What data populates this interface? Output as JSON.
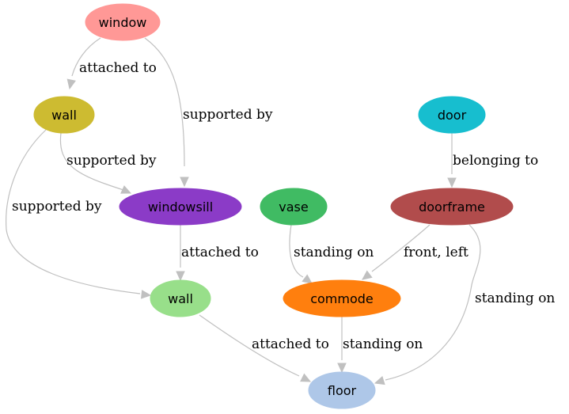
{
  "graph": {
    "nodes": [
      {
        "id": "window",
        "label": "window",
        "color": "#ff9896"
      },
      {
        "id": "wall_top",
        "label": "wall",
        "color": "#cdbb31"
      },
      {
        "id": "door",
        "label": "door",
        "color": "#17becf"
      },
      {
        "id": "windowsill",
        "label": "windowsill",
        "color": "#8b3bc7"
      },
      {
        "id": "vase",
        "label": "vase",
        "color": "#40bb63"
      },
      {
        "id": "doorframe",
        "label": "doorframe",
        "color": "#b14c4c"
      },
      {
        "id": "wall_mid",
        "label": "wall",
        "color": "#98df8a"
      },
      {
        "id": "commode",
        "label": "commode",
        "color": "#ff7f0e"
      },
      {
        "id": "floor",
        "label": "floor",
        "color": "#aec7e8"
      }
    ],
    "edges": [
      {
        "from": "window",
        "to": "wall_top",
        "label": "attached to"
      },
      {
        "from": "window",
        "to": "windowsill",
        "label": "supported by"
      },
      {
        "from": "wall_top",
        "to": "windowsill",
        "label": "supported by"
      },
      {
        "from": "wall_top",
        "to": "wall_mid",
        "label": "supported by"
      },
      {
        "from": "door",
        "to": "doorframe",
        "label": "belonging to"
      },
      {
        "from": "windowsill",
        "to": "wall_mid",
        "label": "attached to"
      },
      {
        "from": "vase",
        "to": "commode",
        "label": "standing on"
      },
      {
        "from": "doorframe",
        "to": "commode",
        "label": "front, left"
      },
      {
        "from": "doorframe",
        "to": "floor",
        "label": "standing on"
      },
      {
        "from": "wall_mid",
        "to": "floor",
        "label": "attached to"
      },
      {
        "from": "commode",
        "to": "floor",
        "label": "standing on"
      }
    ],
    "edge_color": "#c0c0c0"
  }
}
